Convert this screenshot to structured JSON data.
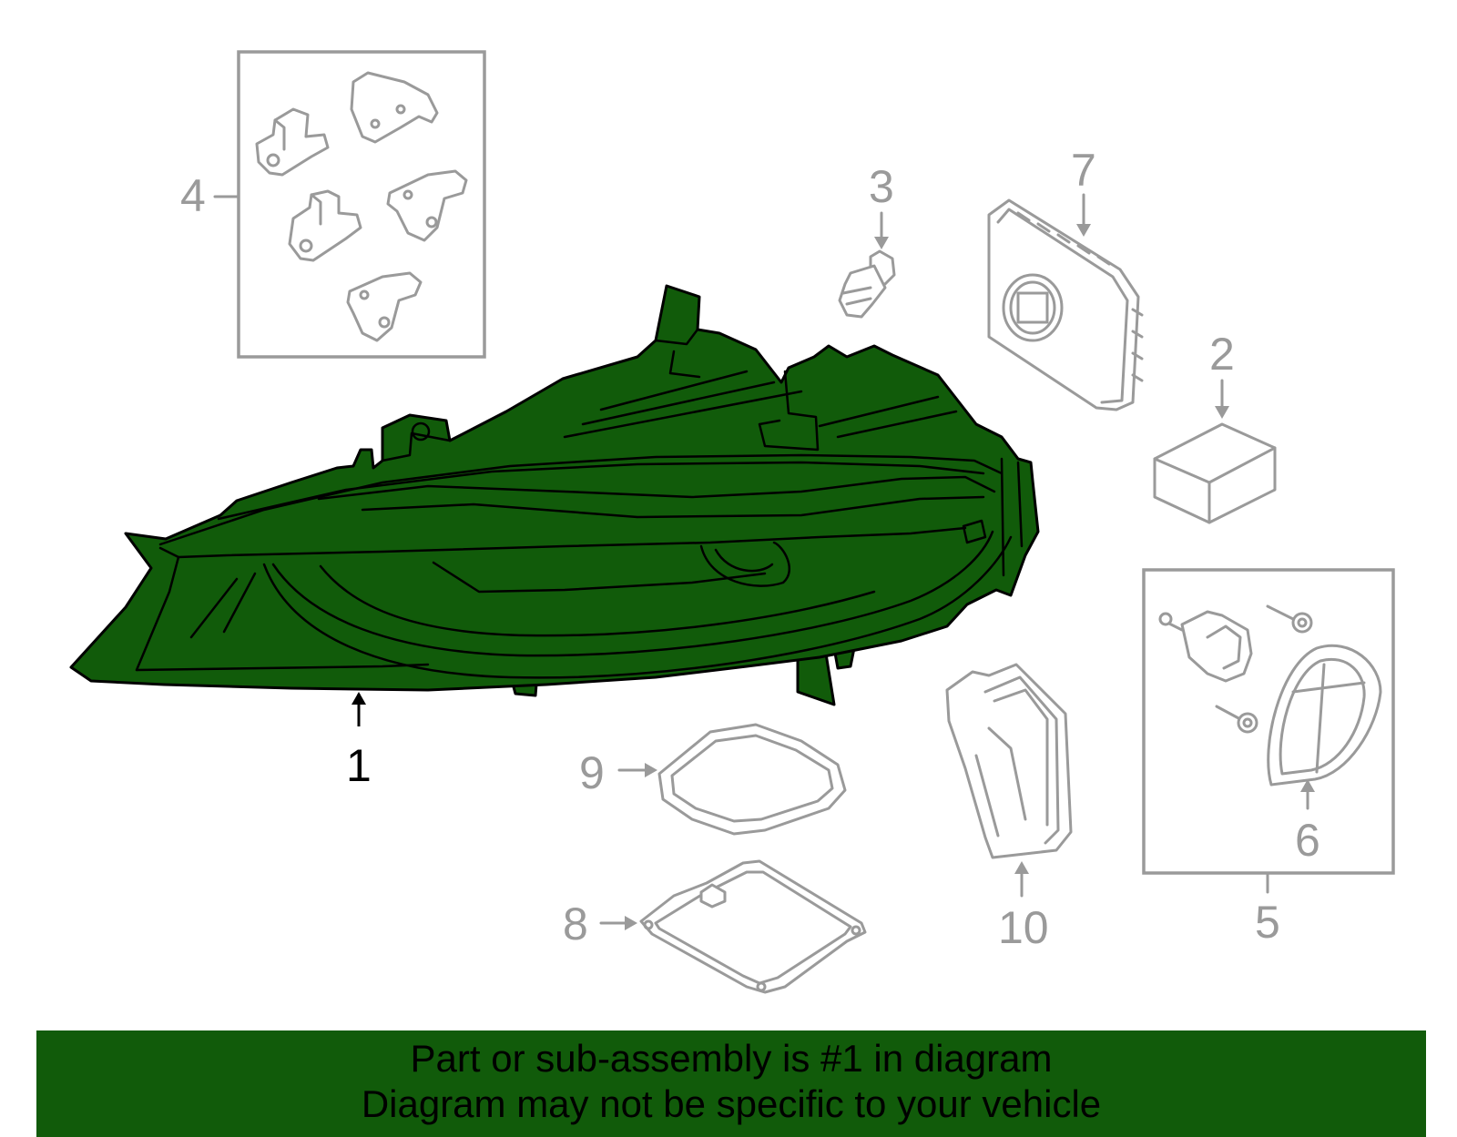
{
  "callouts": {
    "c1": "1",
    "c2": "2",
    "c3": "3",
    "c4": "4",
    "c5": "5",
    "c6": "6",
    "c7": "7",
    "c8": "8",
    "c9": "9",
    "c10": "10"
  },
  "banner": {
    "line1": "Part or sub-assembly is #1 in diagram",
    "line2": "Diagram may not be specific to your vehicle"
  },
  "colors": {
    "highlight": "#115b0a",
    "line_gray": "#9a9a9a",
    "background": "#ffffff"
  }
}
